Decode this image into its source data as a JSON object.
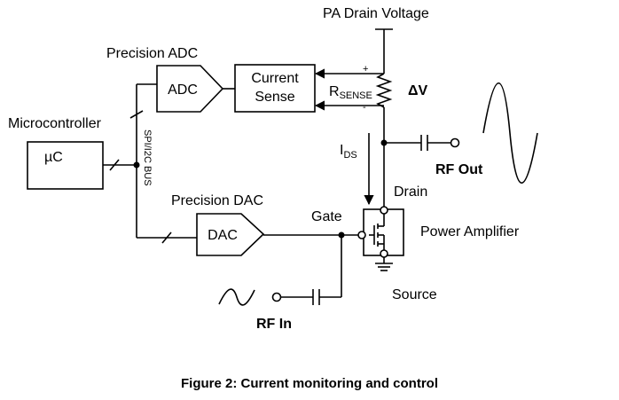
{
  "labels": {
    "pa_drain_voltage": "PA Drain Voltage",
    "precision_adc": "Precision ADC",
    "adc": "ADC",
    "current_sense_line1": "Current",
    "current_sense_line2": "Sense",
    "rsense_main": "R",
    "rsense_sub": "SENSE",
    "plus": "+",
    "minus": "-",
    "delta_v": "ΔV",
    "microcontroller": "Microcontroller",
    "uc": "µC",
    "bus": "SPI/I2C BUS",
    "ids_main": "I",
    "ids_sub": "DS",
    "rf_out": "RF Out",
    "drain": "Drain",
    "precision_dac": "Precision DAC",
    "dac": "DAC",
    "gate": "Gate",
    "power_amplifier": "Power Amplifier",
    "source": "Source",
    "rf_in": "RF In"
  },
  "caption": "Figure 2: Current monitoring and control"
}
